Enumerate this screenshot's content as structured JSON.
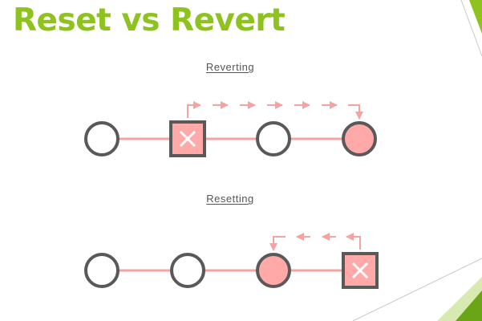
{
  "title": "Reset vs Revert",
  "colors": {
    "accent_green": "#8dc21f",
    "node_stroke": "#595959",
    "highlight_fill": "#ffaaa8",
    "arrow": "#f4a3a0"
  },
  "diagrams": {
    "reverting": {
      "caption": "Reverting",
      "nodes": [
        "commit-empty",
        "commit-reverted-x",
        "commit-empty",
        "commit-new-highlighted"
      ]
    },
    "resetting": {
      "caption": "Resetting",
      "nodes": [
        "commit-empty",
        "commit-empty",
        "commit-head-highlighted",
        "commit-removed-x"
      ]
    }
  }
}
